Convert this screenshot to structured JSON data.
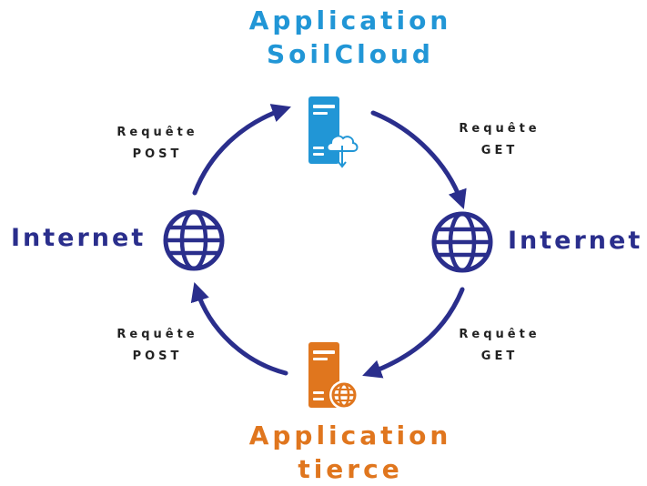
{
  "top_app": {
    "line1": "Application",
    "line2": "SoilCloud",
    "color": "#2196d6"
  },
  "bottom_app": {
    "line1": "Application",
    "line2": "tierce",
    "color": "#e0761e"
  },
  "internet_left": "Internet",
  "internet_right": "Internet",
  "request_top_left": {
    "line1": "Requête",
    "line2": "POST"
  },
  "request_top_right": {
    "line1": "Requête",
    "line2": "GET"
  },
  "request_bottom_left": {
    "line1": "Requête",
    "line2": "POST"
  },
  "request_bottom_right": {
    "line1": "Requête",
    "line2": "GET"
  },
  "icons": {
    "top_server": "cloud-server-icon",
    "bottom_server": "web-server-icon",
    "left_globe": "globe-icon",
    "right_globe": "globe-icon"
  },
  "colors": {
    "arrow": "#2a2e8c",
    "globe": "#2a2e8c",
    "server_top": "#2196d6",
    "server_bottom": "#e0761e"
  }
}
